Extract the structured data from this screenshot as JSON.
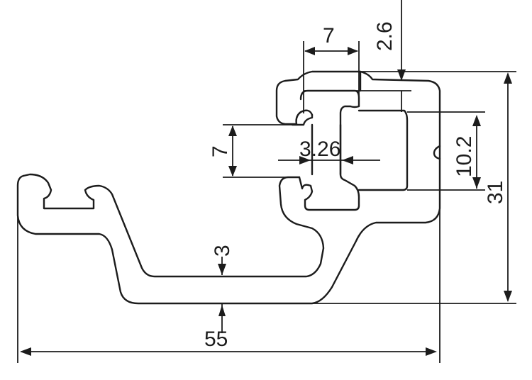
{
  "drawing": {
    "subject": "profile cross-section",
    "dimensions": {
      "overall_width": "55",
      "overall_height": "31",
      "slot_width_top": "7",
      "top_lip_thickness": "2.6",
      "slot_opening_height": "7",
      "slot_neck_width": "3.26",
      "slot_depth": "10.2",
      "wall_thickness": "3"
    },
    "colors": {
      "line": "#1c1c1c",
      "background": "#ffffff"
    }
  }
}
